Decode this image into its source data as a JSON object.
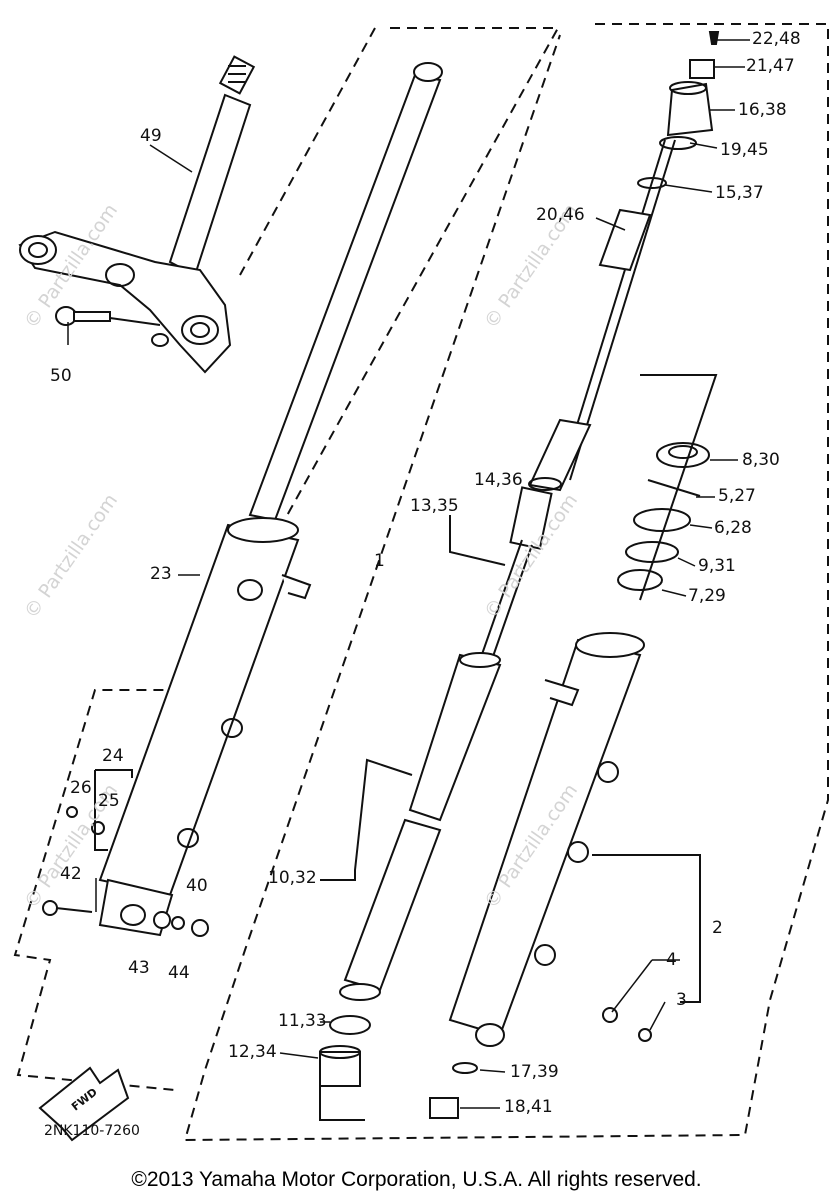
{
  "diagram": {
    "callouts": {
      "p49": "49",
      "p50": "50",
      "p23": "23",
      "p24": "24",
      "p25": "25",
      "p26": "26",
      "p42": "42",
      "p40": "40",
      "p43": "43",
      "p44": "44",
      "p1": "1",
      "p10_32": "10,32",
      "p11_33": "11,33",
      "p12_34": "12,34",
      "p13_35": "13,35",
      "p14_36": "14,36",
      "p22_48": "22,48",
      "p21_47": "21,47",
      "p16_38": "16,38",
      "p19_45": "19,45",
      "p15_37": "15,37",
      "p20_46": "20,46",
      "p8_30": "8,30",
      "p5_27": "5,27",
      "p6_28": "6,28",
      "p9_31": "9,31",
      "p7_29": "7,29",
      "p2": "2",
      "p4": "4",
      "p3": "3",
      "p17_39": "17,39",
      "p18_41": "18,41"
    },
    "fwd_label": "FWD",
    "diagram_code": "2NK110-7260"
  },
  "watermark": "© Partzilla.com",
  "copyright": "©2013 Yamaha Motor Corporation, U.S.A. All rights reserved."
}
